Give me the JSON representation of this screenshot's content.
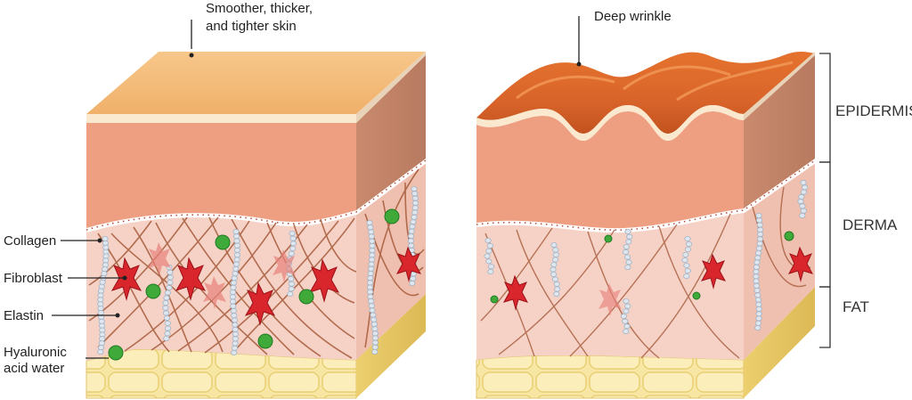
{
  "callouts": {
    "smooth_skin_line1": "Smoother, thicker,",
    "smooth_skin_line2": "and tighter skin",
    "deep_wrinkle": "Deep wrinkle"
  },
  "components": {
    "collagen": "Collagen",
    "fibroblast": "Fibroblast",
    "elastin": "Elastin",
    "hyaluronic_line1": "Hyaluronic",
    "hyaluronic_line2": "acid water"
  },
  "layers": {
    "epidermis": "EPIDERMIS",
    "derma": "DERMA",
    "fat": "FAT"
  },
  "colors": {
    "top_surface": "#f6bf7a",
    "epidermis": "#ee9f82",
    "epidermis_side": "#c98a6e",
    "derma": "#f6d2c6",
    "fat": "#f7e39a",
    "collagen_fiber": "#a65a3a",
    "fibroblast": "#d8262c",
    "hyaluronic": "#3faa3a",
    "elastin": "#dfe6ee"
  }
}
